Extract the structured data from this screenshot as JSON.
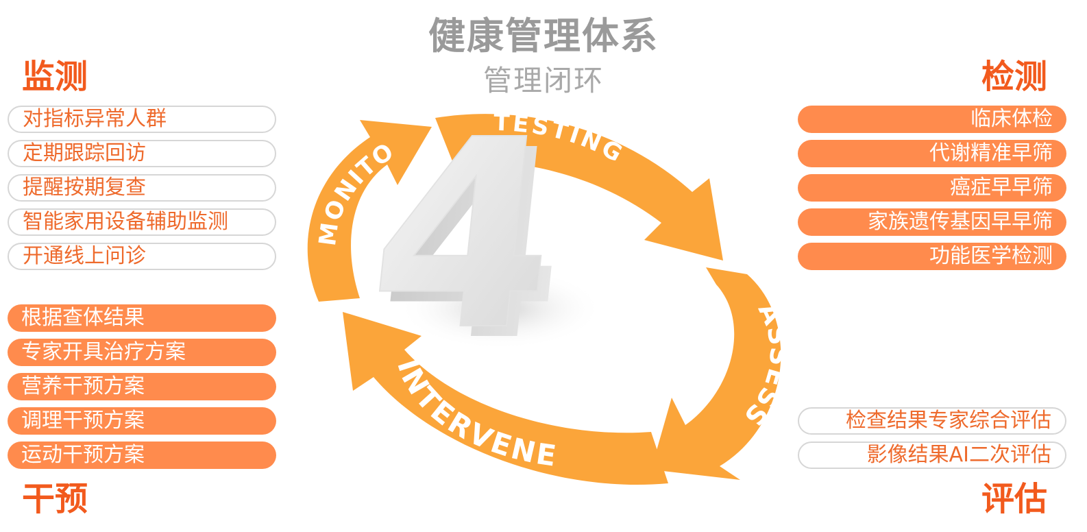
{
  "title": "健康管理体系",
  "subtitle": "管理闭环",
  "quadrants": {
    "monitor": {
      "heading": "监测",
      "items": [
        "对指标异常人群",
        "定期跟踪回访",
        "提醒按期复查",
        "智能家用设备辅助监测",
        "开通线上问诊"
      ]
    },
    "testing": {
      "heading": "检测",
      "items": [
        "临床体检",
        "代谢精准早筛",
        "癌症早早筛",
        "家族遗传基因早早筛",
        "功能医学检测"
      ]
    },
    "intervene": {
      "heading": "干预",
      "items": [
        "根据查体结果",
        "专家开具治疗方案",
        "营养干预方案",
        "调理干预方案",
        "运动干预方案"
      ]
    },
    "assess": {
      "heading": "评估",
      "items": [
        "检查结果专家综合评估",
        "影像结果AI二次评估"
      ]
    }
  },
  "cycle": {
    "center": "4",
    "arrows": [
      "MONITOR",
      "TESTING",
      "ASSESS",
      "INTERVENE"
    ]
  },
  "colors": {
    "accent": "#f25a1d",
    "pill_fill": "#ff8b4d",
    "arrow": "#fba53a",
    "title_gray": "#9a9a9a"
  }
}
